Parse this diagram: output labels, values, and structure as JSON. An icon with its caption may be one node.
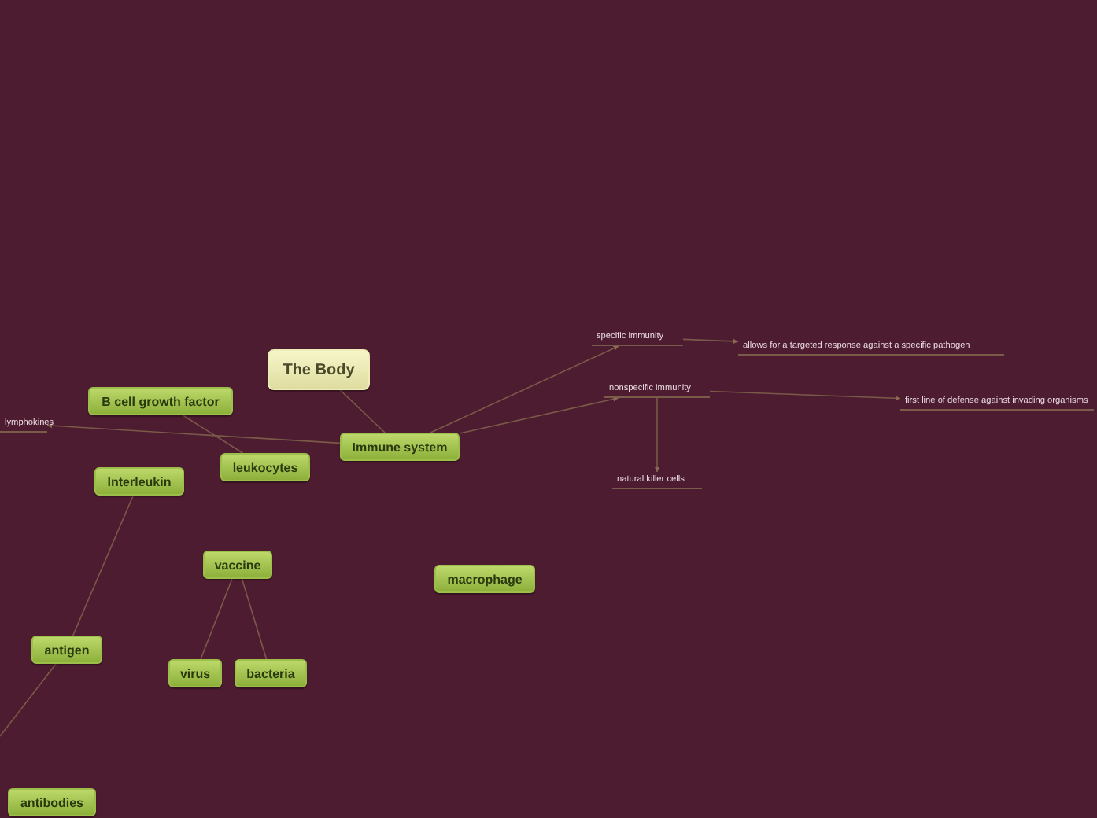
{
  "diagram": {
    "nodes": [
      {
        "text": [
          "The Body"
        ]
      },
      {
        "text": [
          "Immune system"
        ]
      },
      {
        "text": [
          "specific immunity"
        ]
      },
      {
        "text": [
          "allows for a targeted response against a specific pathogen"
        ]
      },
      {
        "text": [
          "nonspecific immunity"
        ]
      },
      {
        "text": [
          "first line of defense against invading organisms"
        ]
      },
      {
        "text": [
          "natural killer cells"
        ]
      },
      {
        "text": [
          "lymphokines"
        ]
      },
      {
        "text": [
          "B cell growth factor"
        ]
      },
      {
        "text": [
          "leukocytes"
        ]
      },
      {
        "text": [
          "Interleukin"
        ]
      },
      {
        "text": [
          "vaccine"
        ]
      },
      {
        "text": [
          "macrophage"
        ]
      },
      {
        "text": [
          "antigen"
        ]
      },
      {
        "text": [
          "virus"
        ]
      },
      {
        "text": [
          "bacteria"
        ]
      },
      {
        "text": [
          "antibodies"
        ]
      }
    ],
    "edges": [
      {
        "from": 0,
        "to": 1,
        "arrow": "none"
      },
      {
        "from": 1,
        "to": 2,
        "arrow": "to"
      },
      {
        "from": 1,
        "to": 4,
        "arrow": "to"
      },
      {
        "from": 2,
        "to": 3,
        "arrow": "to"
      },
      {
        "from": 4,
        "to": 5,
        "arrow": "to"
      },
      {
        "from": 4,
        "to": 6,
        "arrow": "to"
      },
      {
        "from": 1,
        "to": 7,
        "arrow": "to"
      },
      {
        "from": 8,
        "to": 9,
        "arrow": "none"
      },
      {
        "from": 10,
        "to": 13,
        "arrow": "none"
      },
      {
        "from": 13,
        "to": null,
        "arrow": "none"
      },
      {
        "from": 11,
        "to": 14,
        "arrow": "none"
      },
      {
        "from": 11,
        "to": 15,
        "arrow": "none"
      }
    ]
  }
}
